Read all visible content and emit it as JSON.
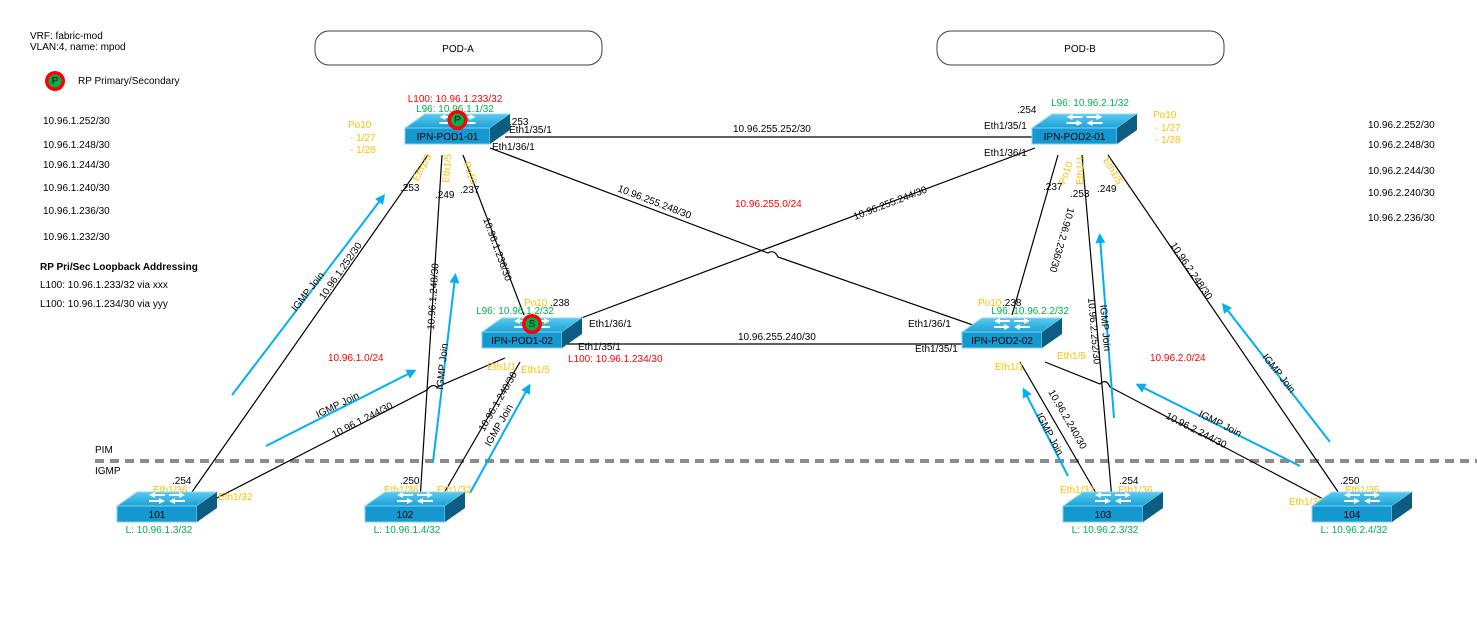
{
  "legend": {
    "vrf": "VRF: fabric-mod",
    "vlan": "VLAN:4, name: mpod",
    "rp_badge": "P",
    "rp_label": "RP Primary/Secondary",
    "pod_a_subnets": [
      "10.96.1.252/30",
      "10.96.1.248/30",
      "10.96.1.244/30",
      "10.96.1.240/30",
      "10.96.1.236/30",
      "10.96.1.232/30"
    ],
    "pod_b_subnets": [
      "10.96.2.252/30",
      "10.96.2.248/30",
      "10.96.2.244/30",
      "10.96.2.240/30",
      "10.96.2.236/30"
    ],
    "loopback_title": "RP Pri/Sec Loopback Addressing",
    "loopback_lines": [
      "L100: 10.96.1.233/32 via xxx",
      "L100: 10.96.1.234/30 via yyy"
    ]
  },
  "pods": [
    {
      "name": "POD-A"
    },
    {
      "name": "POD-B"
    }
  ],
  "boundary": {
    "upper": "PIM",
    "lower": "IGMP"
  },
  "supernets": {
    "ipn": "10.96.255.0/24",
    "pod_a": "10.96.1.0/24",
    "pod_b": "10.96.2.0/24"
  },
  "switches": {
    "ipn_pod1_01": {
      "name": "IPN-POD1-01",
      "l100": "L100: 10.96.1.233/32",
      "l96": "L96: 10.96.1.1/32",
      "rp": "P",
      "po": "Po10",
      "po_members": [
        "- 1/27",
        "- 1/28"
      ]
    },
    "ipn_pod1_02": {
      "name": "IPN-POD1-02",
      "l100": "L100: 10.96.1.234/30",
      "l96": "L96: 10.96.1.2/32",
      "rp": "S",
      "po": "Po10",
      "po_ip": ".238"
    },
    "ipn_pod2_01": {
      "name": "IPN-POD2-01",
      "l96": "L96: 10.96.2.1/32",
      "po": "Po10",
      "po_members": [
        "- 1/27",
        "- 1/28"
      ]
    },
    "ipn_pod2_02": {
      "name": "IPN-POD2-02",
      "l96": "L96: 10.96.2.2/32",
      "po": "Po10",
      "po_ip": ".238"
    },
    "leaf_101": {
      "name": "101",
      "loopback": "L: 10.96.1.3/32"
    },
    "leaf_102": {
      "name": "102",
      "loopback": "L: 10.96.1.4/32"
    },
    "leaf_103": {
      "name": "103",
      "loopback": "L: 10.96.2.3/32"
    },
    "leaf_104": {
      "name": "104",
      "loopback": "L: 10.96.2.4/32"
    }
  },
  "link_labels": {
    "ipn_top": "10.96.255.252/30",
    "ipn_bottom": "10.96.255.240/30",
    "ipn_cross_1": "10.96.255.248/30",
    "ipn_cross_2": "10.96.255.244/30",
    "a_101_01": "10.96.1.252/30",
    "a_102_01": "10.96.1.248/30",
    "a_101_02": "10.96.1.244/30",
    "a_102_02": "10.96.1.240/30",
    "a_01_02": "10.96.1.236/30",
    "b_01_02": "10.96.2.236/30",
    "b_103_01": "10.96.2.252/30",
    "b_104_01": "10.96.2.248/30",
    "b_103_02": "10.96.2.240/30",
    "b_104_02": "10.96.2.244/30"
  },
  "ports": {
    "eth35": "Eth1/35/1",
    "eth36": "Eth1/36/1",
    "eth1_1": "Eth1/1",
    "eth1_3": "Eth1/3",
    "eth1_5": "Eth1/5",
    "po10": "Po10",
    "eth1_32": "Eth1/32",
    "eth1_36": "Eth1/36"
  },
  "ips": {
    "p1_253": ".253",
    "p1_249": ".249",
    "p1_237": ".237",
    "p1_eth35": ".253",
    "p2_254": ".254",
    "p2_237": ".237",
    "p2_253": ".253",
    "p2_249": ".249",
    "l101": ".254",
    "l102": ".250",
    "l103": ".254",
    "l104": ".250"
  },
  "igmp_label": "IGMP Join"
}
